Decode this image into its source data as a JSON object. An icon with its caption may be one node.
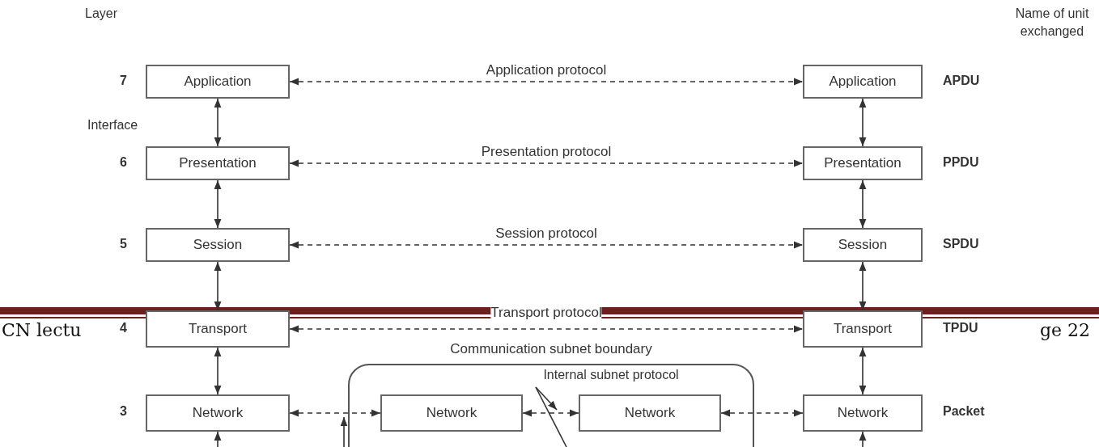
{
  "diagram": {
    "nodes": [
      {
        "text": [
          "Application"
        ]
      },
      {
        "text": [
          "Application"
        ]
      },
      {
        "text": [
          "Presentation"
        ]
      },
      {
        "text": [
          "Presentation"
        ]
      },
      {
        "text": [
          "Session"
        ]
      },
      {
        "text": [
          "Session"
        ]
      },
      {
        "text": [
          "Transport"
        ]
      },
      {
        "text": [
          "Transport"
        ]
      },
      {
        "text": [
          "Communication subnet boundary"
        ]
      },
      {
        "text": [
          "Internal subnet protocol"
        ],
        "in": 8
      },
      {
        "text": [
          "Network"
        ]
      },
      {
        "text": [
          "Network"
        ],
        "in": 8
      },
      {
        "text": [
          "Network"
        ],
        "in": 8
      },
      {
        "text": [
          "Network"
        ]
      }
    ],
    "edges": [
      {
        "from": 0,
        "to": 1,
        "arrow": "both",
        "style": "dashed",
        "label": "Application protocol"
      },
      {
        "from": 0,
        "to": 2,
        "arrow": "both"
      },
      {
        "from": 1,
        "to": 3,
        "arrow": "both"
      },
      {
        "from": 2,
        "to": 3,
        "arrow": "both",
        "style": "dashed",
        "label": "Presentation protocol"
      },
      {
        "from": 2,
        "to": 4,
        "arrow": "both"
      },
      {
        "from": 3,
        "to": 5,
        "arrow": "both"
      },
      {
        "from": 4,
        "to": 5,
        "arrow": "both",
        "style": "dashed",
        "label": "Session protocol"
      },
      {
        "from": 4,
        "to": 6,
        "arrow": "both"
      },
      {
        "from": 5,
        "to": 7,
        "arrow": "both"
      },
      {
        "from": 6,
        "to": 7,
        "arrow": "both",
        "style": "dashed",
        "label": "Transport protocol"
      },
      {
        "from": 6,
        "to": 10,
        "arrow": "both"
      },
      {
        "from": 7,
        "to": 13,
        "arrow": "both"
      },
      {
        "from": 10,
        "to": 11,
        "arrow": "both",
        "style": "dashed"
      },
      {
        "from": 11,
        "to": 12,
        "arrow": "both",
        "style": "dashed"
      },
      {
        "from": 12,
        "to": 13,
        "arrow": "both",
        "style": "dashed"
      },
      {
        "from": 9,
        "to": null,
        "arrow": "to"
      },
      {
        "from": 9,
        "to": null,
        "arrow": "none"
      },
      {
        "from": null,
        "to": 10,
        "arrow": "to"
      },
      {
        "from": null,
        "to": 13,
        "arrow": "to"
      }
    ],
    "labels": [
      "Layer",
      "Name of unit exchanged",
      "7",
      "APDU",
      "Interface",
      "6",
      "PPDU",
      "5",
      "SPDU",
      "4",
      "TPDU",
      "CN lectu",
      "ge 22",
      "3",
      "Packet"
    ]
  }
}
